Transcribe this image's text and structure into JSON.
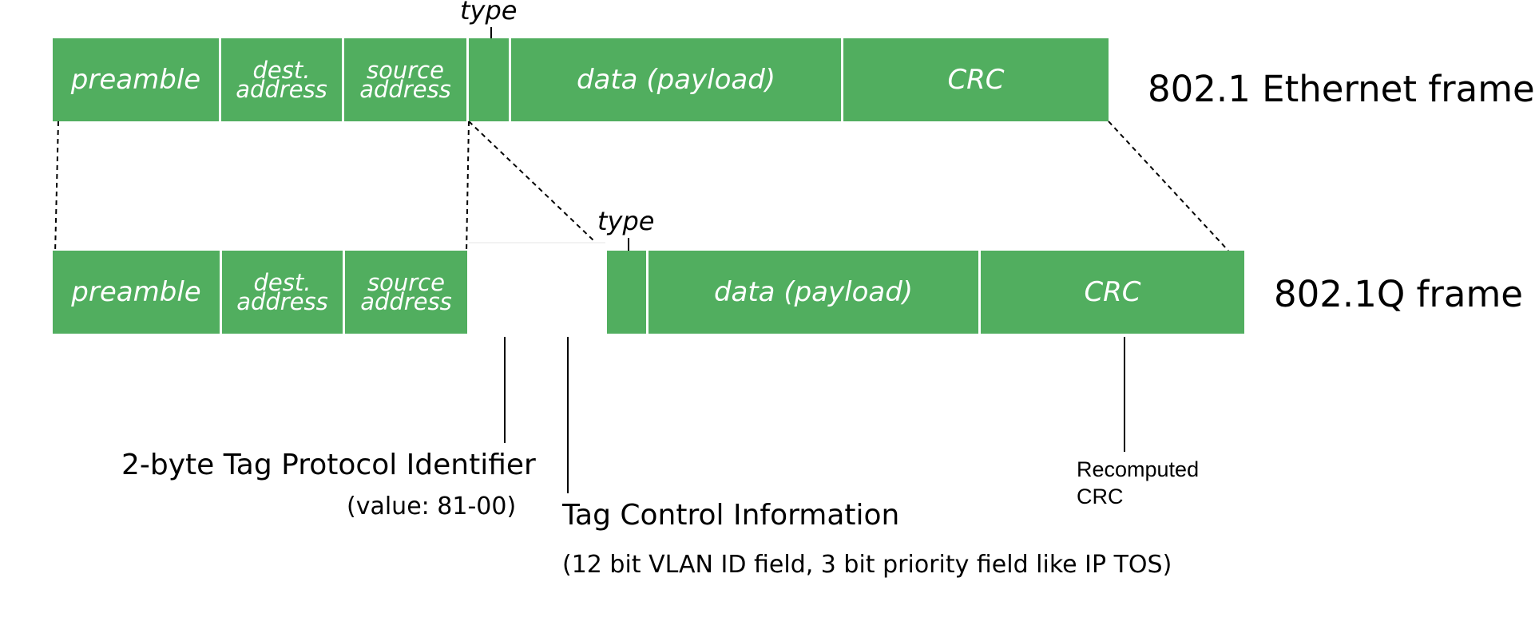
{
  "colors": {
    "field_fill": "#51AE5F",
    "field_border": "#ffffff",
    "text": "#000000"
  },
  "ethernet_frame": {
    "title": "802.1 Ethernet frame",
    "type_label": "type",
    "fields": {
      "preamble": "preamble",
      "dest_line1": "dest.",
      "dest_line2": "address",
      "source_line1": "source",
      "source_line2": "address",
      "type": "",
      "data": "data (payload)",
      "crc": "CRC"
    }
  },
  "vlan_frame": {
    "title": "802.1Q frame",
    "type_label": "type",
    "fields": {
      "preamble": "preamble",
      "dest_line1": "dest.",
      "dest_line2": "address",
      "source_line1": "source",
      "source_line2": "address",
      "type": "",
      "data": "data (payload)",
      "crc": "CRC"
    }
  },
  "annotations": {
    "tpid_title": "2-byte Tag Protocol Identifier",
    "tpid_value": "(value: 81-00)",
    "tci_title": "Tag Control Information",
    "tci_detail": "(12 bit VLAN ID field, 3 bit priority field like IP TOS)",
    "crc_line1": "Recomputed",
    "crc_line2": "CRC"
  }
}
